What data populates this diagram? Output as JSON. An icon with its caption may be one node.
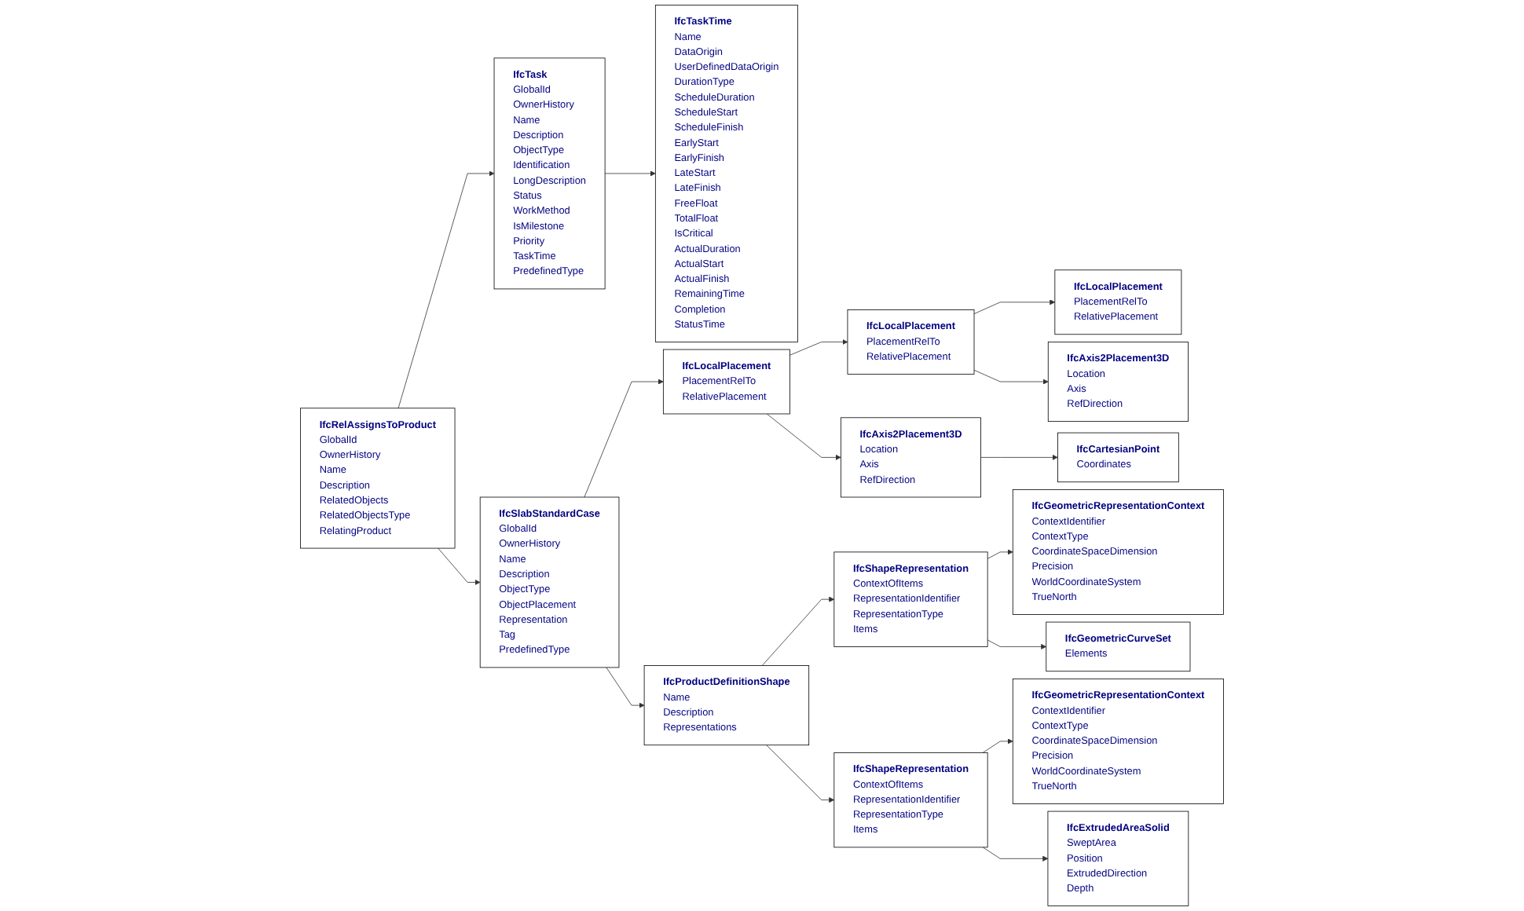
{
  "diagram": {
    "nodes": [
      {
        "text": [
          "IfcRelAssignsToProduct",
          "GlobalId",
          "OwnerHistory",
          "Name",
          "Description",
          "RelatedObjects",
          "RelatedObjectsType",
          "RelatingProduct"
        ]
      },
      {
        "text": [
          "IfcTask",
          "GlobalId",
          "OwnerHistory",
          "Name",
          "Description",
          "ObjectType",
          "Identification",
          "LongDescription",
          "Status",
          "WorkMethod",
          "IsMilestone",
          "Priority",
          "TaskTime",
          "PredefinedType"
        ]
      },
      {
        "text": [
          "IfcSlabStandardCase",
          "GlobalId",
          "OwnerHistory",
          "Name",
          "Description",
          "ObjectType",
          "ObjectPlacement",
          "Representation",
          "Tag",
          "PredefinedType"
        ]
      },
      {
        "text": [
          "IfcTaskTime",
          "Name",
          "DataOrigin",
          "UserDefinedDataOrigin",
          "DurationType",
          "ScheduleDuration",
          "ScheduleStart",
          "ScheduleFinish",
          "EarlyStart",
          "EarlyFinish",
          "LateStart",
          "LateFinish",
          "FreeFloat",
          "TotalFloat",
          "IsCritical",
          "ActualDuration",
          "ActualStart",
          "ActualFinish",
          "RemainingTime",
          "Completion",
          "StatusTime"
        ]
      },
      {
        "text": [
          "IfcLocalPlacement",
          "PlacementRelTo",
          "RelativePlacement"
        ]
      },
      {
        "text": [
          "IfcProductDefinitionShape",
          "Name",
          "Description",
          "Representations"
        ]
      },
      {
        "text": [
          "IfcLocalPlacement",
          "PlacementRelTo",
          "RelativePlacement"
        ]
      },
      {
        "text": [
          "IfcAxis2Placement3D",
          "Location",
          "Axis",
          "RefDirection"
        ]
      },
      {
        "text": [
          "IfcShapeRepresentation",
          "ContextOfItems",
          "RepresentationIdentifier",
          "RepresentationType",
          "Items"
        ]
      },
      {
        "text": [
          "IfcShapeRepresentation",
          "ContextOfItems",
          "RepresentationIdentifier",
          "RepresentationType",
          "Items"
        ]
      },
      {
        "text": [
          "IfcLocalPlacement",
          "PlacementRelTo",
          "RelativePlacement"
        ]
      },
      {
        "text": [
          "IfcAxis2Placement3D",
          "Location",
          "Axis",
          "RefDirection"
        ]
      },
      {
        "text": [
          "IfcCartesianPoint",
          "Coordinates"
        ]
      },
      {
        "text": [
          "IfcGeometricRepresentationContext",
          "ContextIdentifier",
          "ContextType",
          "CoordinateSpaceDimension",
          "Precision",
          "WorldCoordinateSystem",
          "TrueNorth"
        ]
      },
      {
        "text": [
          "IfcGeometricCurveSet",
          "Elements"
        ]
      },
      {
        "text": [
          "IfcGeometricRepresentationContext",
          "ContextIdentifier",
          "ContextType",
          "CoordinateSpaceDimension",
          "Precision",
          "WorldCoordinateSystem",
          "TrueNorth"
        ]
      },
      {
        "text": [
          "IfcExtrudedAreaSolid",
          "SweptArea",
          "Position",
          "ExtrudedDirection",
          "Depth"
        ]
      }
    ],
    "edges": [
      {
        "from": 0,
        "to": 1,
        "arrow": "to"
      },
      {
        "from": 0,
        "to": 2,
        "arrow": "to"
      },
      {
        "from": 1,
        "to": 3,
        "arrow": "to"
      },
      {
        "from": 2,
        "to": 4,
        "arrow": "to"
      },
      {
        "from": 2,
        "to": 5,
        "arrow": "to"
      },
      {
        "from": 4,
        "to": 6,
        "arrow": "to"
      },
      {
        "from": 4,
        "to": 7,
        "arrow": "to"
      },
      {
        "from": 5,
        "to": 8,
        "arrow": "to"
      },
      {
        "from": 5,
        "to": 9,
        "arrow": "to"
      },
      {
        "from": 6,
        "to": 10,
        "arrow": "to"
      },
      {
        "from": 6,
        "to": 11,
        "arrow": "to"
      },
      {
        "from": 7,
        "to": 12,
        "arrow": "to"
      },
      {
        "from": 8,
        "to": 13,
        "arrow": "to"
      },
      {
        "from": 8,
        "to": 14,
        "arrow": "to"
      },
      {
        "from": 9,
        "to": 15,
        "arrow": "to"
      },
      {
        "from": 9,
        "to": 16,
        "arrow": "to"
      }
    ]
  }
}
